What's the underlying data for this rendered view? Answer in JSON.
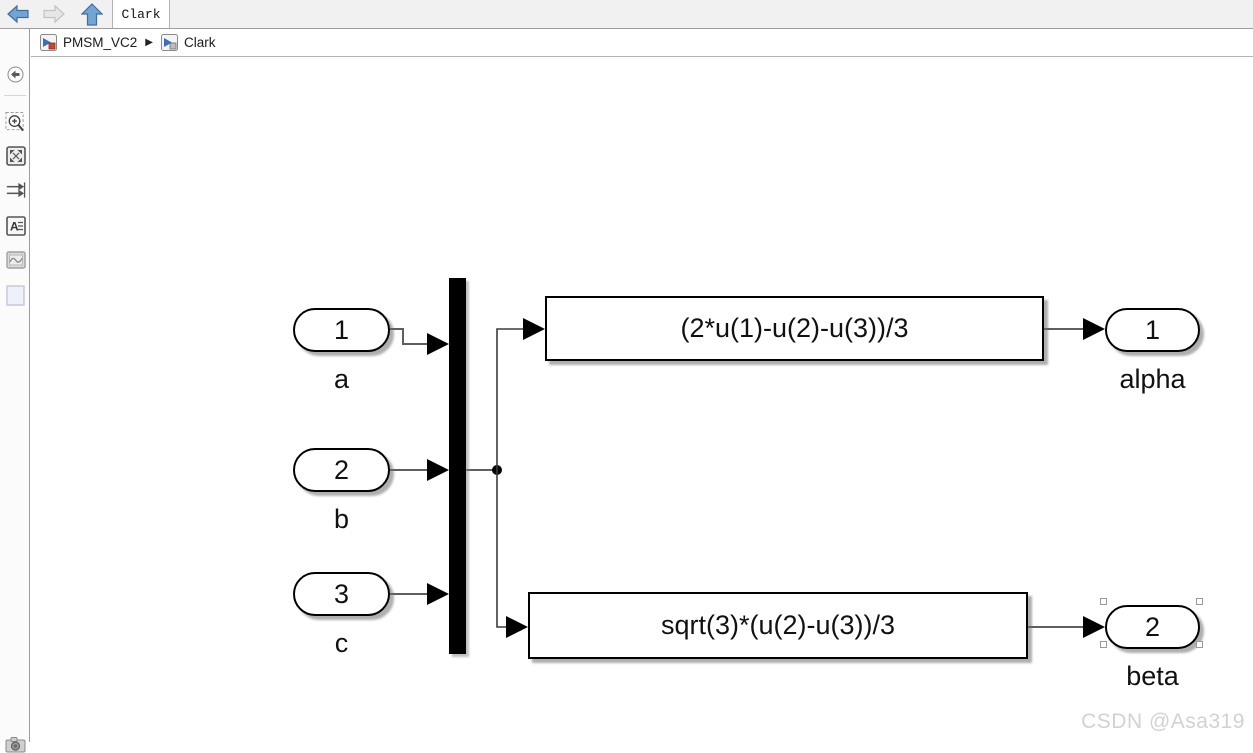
{
  "titlebar": {
    "tab": "Clark",
    "icons": [
      "back-arrow-icon",
      "forward-arrow-icon",
      "up-arrow-icon"
    ]
  },
  "breadcrumb": {
    "separator": "▶",
    "items": [
      {
        "label": "PMSM_VC2",
        "icon": "simulink-model-icon"
      },
      {
        "label": "Clark",
        "icon": "simulink-subsystem-icon"
      }
    ]
  },
  "sidebar": {
    "icons": [
      "hide-explorer-icon",
      "zoom-region-icon",
      "fit-to-view-icon",
      "compare-arrows-icon",
      "annotation-icon",
      "viewmark-icon",
      "highlight-square-icon",
      "camera-icon"
    ]
  },
  "diagram": {
    "inports": [
      {
        "number": "1",
        "label": "a"
      },
      {
        "number": "2",
        "label": "b"
      },
      {
        "number": "3",
        "label": "c"
      }
    ],
    "mux": {
      "type": "Mux"
    },
    "fcn_blocks": [
      {
        "expression": "(2*u(1)-u(2)-u(3))/3"
      },
      {
        "expression": "sqrt(3)*(u(2)-u(3))/3"
      }
    ],
    "outports": [
      {
        "number": "1",
        "label": "alpha",
        "selected": false
      },
      {
        "number": "2",
        "label": "beta",
        "selected": true
      }
    ]
  },
  "colors": {
    "nav_blue": "#74a4d4",
    "nav_blue_border": "#3e6f9f",
    "nav_disabled": "#e6e6e6",
    "wire_gray": "#5f5f5f",
    "block_black": "#000000",
    "watermark_gray": "#d2d2d2"
  },
  "watermark": "CSDN @Asa319"
}
